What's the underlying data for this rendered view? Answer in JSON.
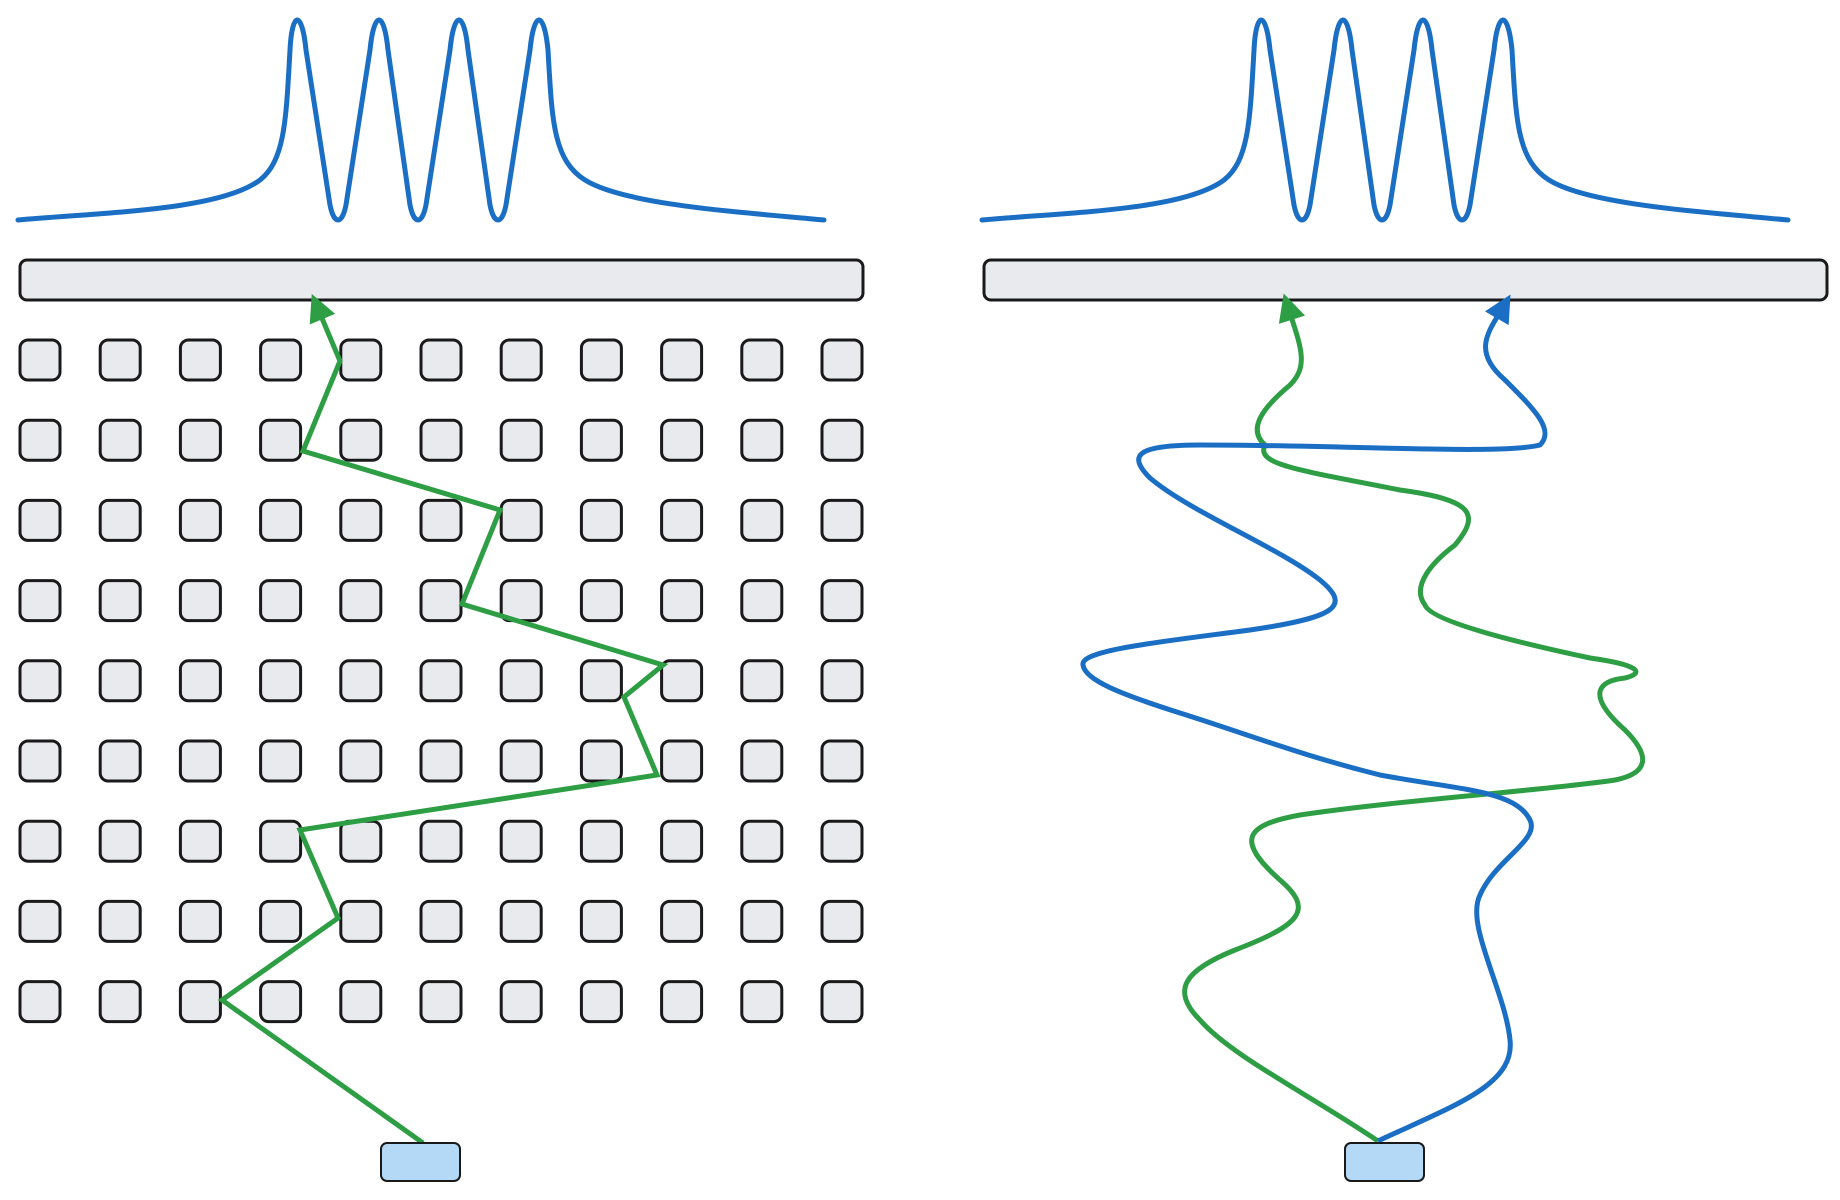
{
  "colors": {
    "background": "#ffffff",
    "box_fill": "#e8eaed",
    "box_stroke": "#1a1a1a",
    "source_fill": "#b3d9f7",
    "curve_blue": "#1a6fc4",
    "path_green": "#2e9e45"
  },
  "panels": [
    {
      "id": "left",
      "obstacle_grid": {
        "rows": 9,
        "cols": 11
      },
      "paths": [
        {
          "color": "green"
        }
      ],
      "intensity_peaks": 4
    },
    {
      "id": "right",
      "obstacle_grid": null,
      "paths": [
        {
          "color": "green"
        },
        {
          "color": "blue"
        }
      ],
      "intensity_peaks": 4
    }
  ]
}
